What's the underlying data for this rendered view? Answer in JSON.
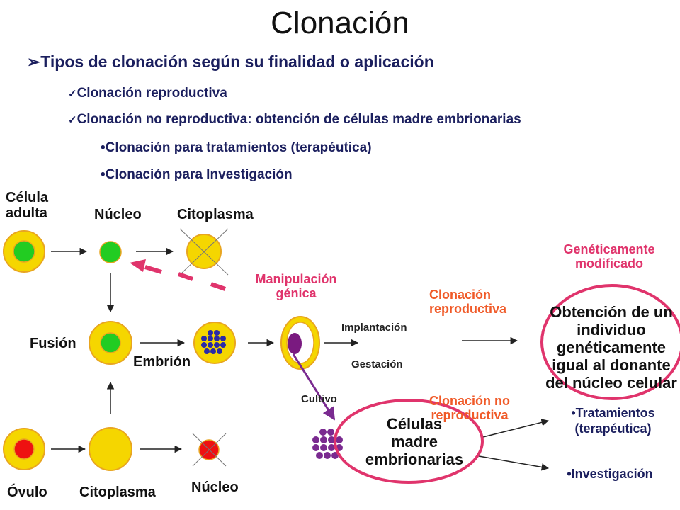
{
  "title": "Clonación",
  "heading": {
    "bullet_symbol": "➢",
    "text": "Tipos de clonación según su finalidad o aplicación"
  },
  "list": {
    "check_symbol": "✓",
    "dot_symbol": "•",
    "item1": "Clonación reproductiva",
    "item2": "Clonación no reproductiva: obtención de células madre embrionarias",
    "sub1": "Clonación para tratamientos (terapéutica)",
    "sub2": "Clonación para Investigación"
  },
  "diagram": {
    "celula_adulta": "Célula adulta",
    "nucleo_top": "Núcleo",
    "citoplasma_top": "Citoplasma",
    "fusion": "Fusión",
    "embrion": "Embrión",
    "ovulo": "Óvulo",
    "citoplasma_bottom": "Citoplasma",
    "nucleo_bottom": "Núcleo",
    "manipulacion": "Manipulación génica",
    "implantacion": "Implantación",
    "gestacion": "Gestación",
    "cultivo": "Cultivo",
    "clon_reproductiva": "Clonación reproductiva",
    "clon_no_reproductiva": "Clonación no reproductiva",
    "geneticamente": "Genéticamente modificado",
    "obtencion": "Obtención de un individuo genéticamente igual al donante del núcleo celular",
    "celulas_madre": "Células madre embrionarias",
    "tratamientos": "•Tratamientos (terapéutica)",
    "investigacion": "•Investigación"
  },
  "colors": {
    "cell_yellow": "#f5d600",
    "cell_border": "#e8a520",
    "nucleus_green": "#22cc22",
    "nucleus_red": "#ee1111",
    "embryo_blue": "#2a2aa8",
    "stem_purple": "#7a2a90",
    "pink": "#e0346c",
    "orange_red": "#f05a28"
  }
}
